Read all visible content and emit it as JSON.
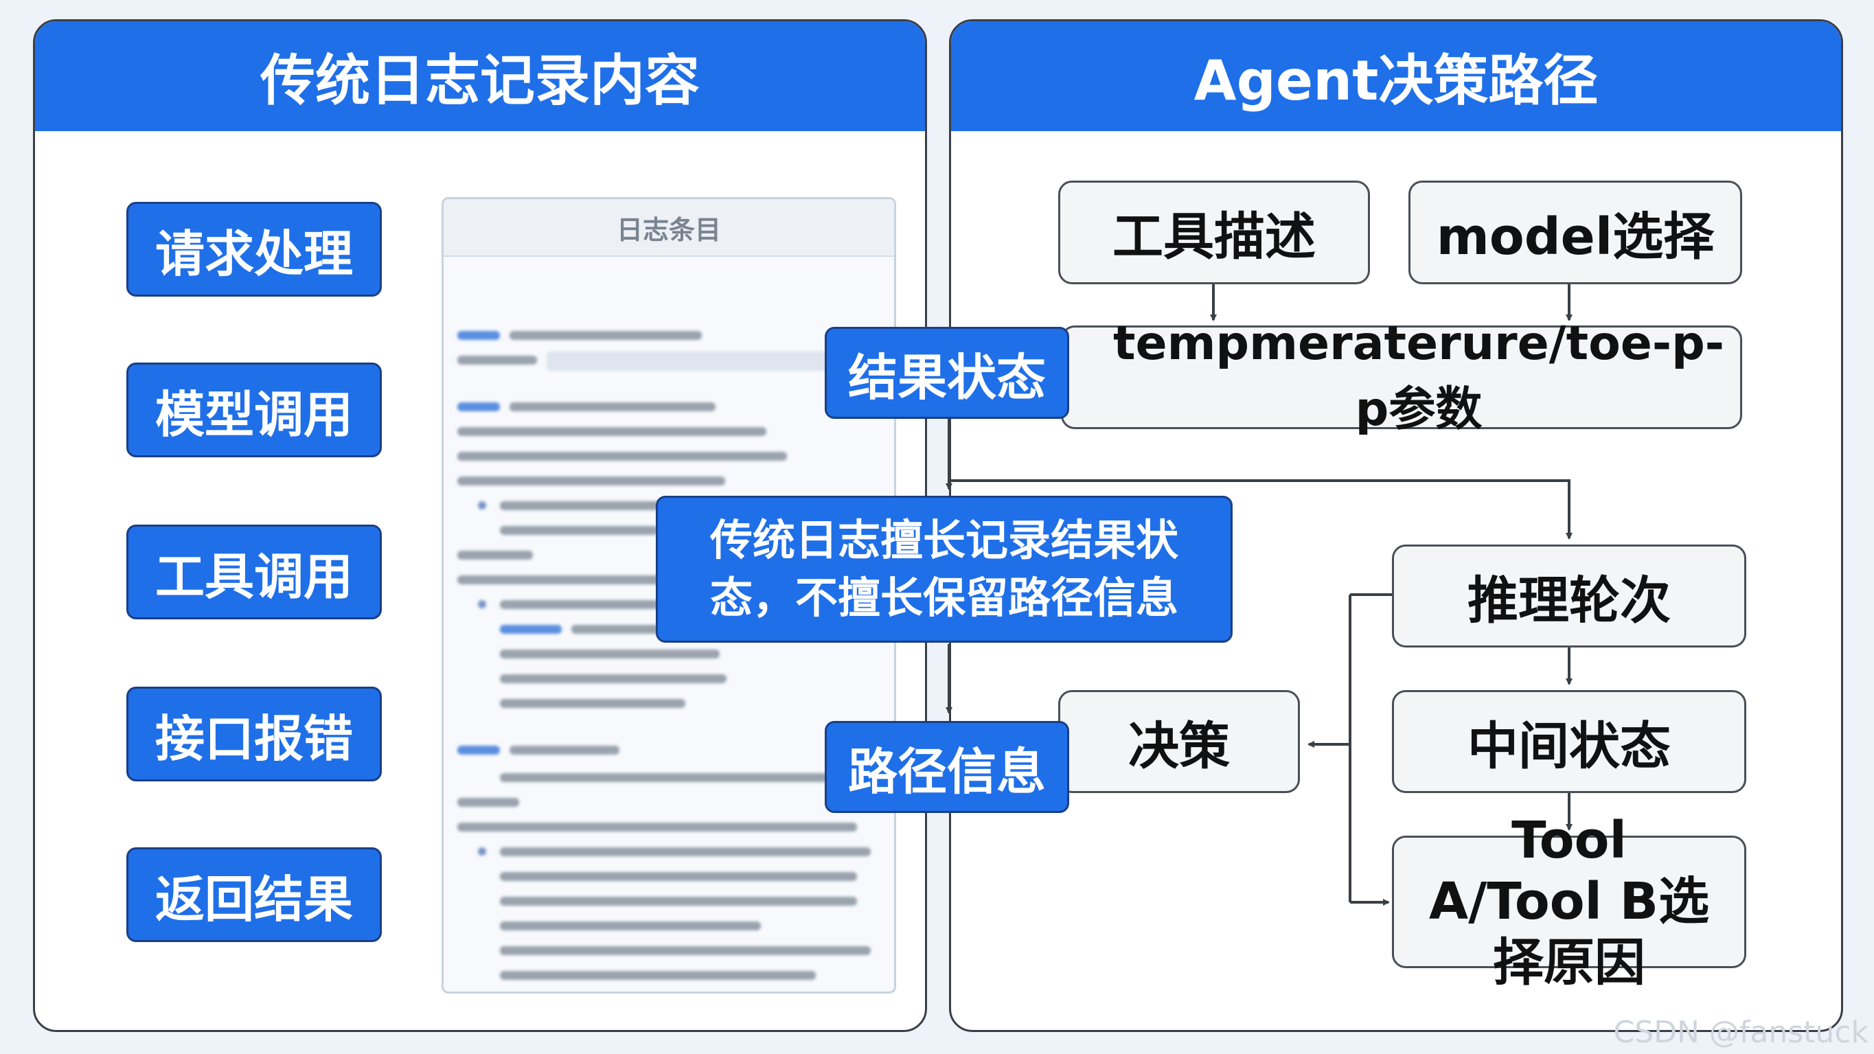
{
  "left_panel": {
    "title": "传统日志记录内容",
    "items": [
      "请求处理",
      "模型调用",
      "工具调用",
      "接口报错",
      "返回结果"
    ],
    "log_card_title": "日志条目"
  },
  "right_panel": {
    "title": "Agent决策路径",
    "tool_desc": "工具描述",
    "model_select": "model选择",
    "params": "tempmeraterure/toe-p-p参数",
    "reasoning_rounds": "推理轮次",
    "intermediate_state": "中间状态",
    "decision": "决策",
    "tool_reason": "Tool A/Tool B选择原因"
  },
  "labels": {
    "result_state": "结果状态",
    "path_info": "路径信息",
    "callout": "传统日志擅长记录结果状态，不擅长保留路径信息"
  },
  "watermark": "CSDN @fanstuck",
  "colors": {
    "accent": "#1f6fe8",
    "border": "#3a3f47",
    "box_fill": "#f4f5f7"
  }
}
